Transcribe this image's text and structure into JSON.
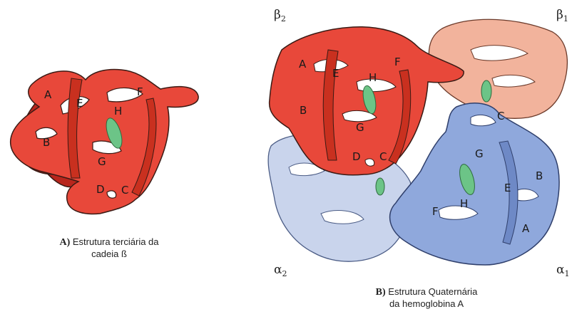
{
  "panel_a": {
    "helix_labels": {
      "A": "A",
      "B": "B",
      "C": "C",
      "D": "D",
      "E": "E",
      "F": "F",
      "G": "G",
      "H": "H"
    },
    "caption_letter": "A)",
    "caption_line1": "Estrutura terciária da",
    "caption_line2": "cadeia ß"
  },
  "panel_b": {
    "chain_labels": {
      "beta2": {
        "sym": "β",
        "sub": "2"
      },
      "beta1": {
        "sym": "β",
        "sub": "1"
      },
      "alpha2": {
        "sym": "α",
        "sub": "2"
      },
      "alpha1": {
        "sym": "α",
        "sub": "1"
      }
    },
    "beta2_helix_labels": {
      "A": "A",
      "B": "B",
      "C": "C",
      "D": "D",
      "E": "E",
      "F": "F",
      "G": "G",
      "H": "H"
    },
    "alpha1_helix_labels": {
      "A": "A",
      "B": "B",
      "C": "C",
      "E": "E",
      "F": "F",
      "G": "G",
      "H": "H"
    },
    "caption_letter": "B)",
    "caption_line1": "Estrutura Quaternária",
    "caption_line2": "da hemoglobina A"
  },
  "colors": {
    "beta_red": "#e8483a",
    "beta_red_dark": "#b8261d",
    "beta1_peach": "#f2b39c",
    "alpha2_lightblue": "#c9d4ec",
    "alpha1_blue": "#8fa8dc",
    "heme_green": "#6cc487",
    "outline": "#3a1a14"
  }
}
